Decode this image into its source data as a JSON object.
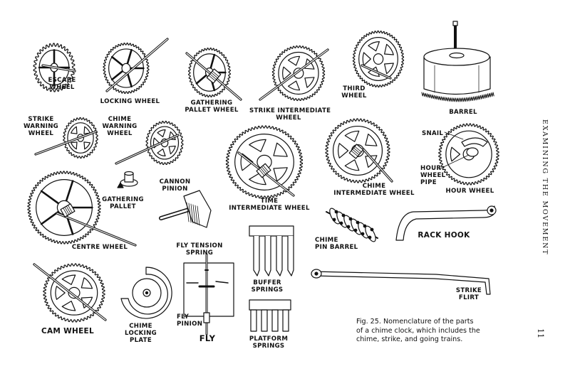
{
  "figure": {
    "labels": {
      "escape_wheel": [
        "ESCAPE",
        "WHEEL"
      ],
      "locking_wheel": [
        "LOCKING WHEEL"
      ],
      "gathering_pallet_wheel": [
        "GATHERING",
        "PALLET WHEEL"
      ],
      "strike_intermediate_wheel": [
        "STRIKE INTERMEDIATE",
        "WHEEL"
      ],
      "third_wheel": [
        "THIRD",
        "WHEEL"
      ],
      "barrel": [
        "BARREL"
      ],
      "strike_warning_wheel": [
        "STRIKE",
        "WARNING",
        "WHEEL"
      ],
      "chime_warning_wheel": [
        "CHIME",
        "WARNING",
        "WHEEL"
      ],
      "gathering_pallet": [
        "GATHERING",
        "PALLET"
      ],
      "cannon_pinion": [
        "CANNON",
        "PINION"
      ],
      "time_intermediate_wheel": [
        "TIME",
        "INTERMEDIATE WHEEL"
      ],
      "chime_intermediate_wheel": [
        "CHIME",
        "INTERMEDIATE WHEEL"
      ],
      "snail": [
        "SNAIL"
      ],
      "hour_wheel_pipe": [
        "HOUR",
        "WHEEL",
        "PIPE"
      ],
      "hour_wheel": [
        "HOUR WHEEL"
      ],
      "centre_wheel": [
        "CENTRE WHEEL"
      ],
      "fly_tension_spring": [
        "FLY TENSION",
        "SPRING"
      ],
      "chime_pin_barrel": [
        "CHIME",
        "PIN BARREL"
      ],
      "rack_hook": [
        "RACK HOOK"
      ],
      "buffer_springs": [
        "BUFFER",
        "SPRINGS"
      ],
      "cam_wheel": [
        "CAM WHEEL"
      ],
      "chime_locking_plate": [
        "CHIME",
        "LOCKING",
        "PLATE"
      ],
      "fly_pinion": [
        "FLY",
        "PINION"
      ],
      "fly": [
        "FLY"
      ],
      "platform_springs": [
        "PLATFORM",
        "SPRINGS"
      ],
      "strike_flirt": [
        "STRIKE",
        "FLIRT"
      ]
    },
    "caption": [
      "Fig. 25.  Nomenclature of the parts",
      "of a chime clock, which includes the",
      "chime, strike, and going trains."
    ]
  },
  "running_head": "EXAMINING THE MOVEMENT",
  "page_number": "11",
  "colors": {
    "ink": "#111111",
    "paper": "#ffffff"
  }
}
